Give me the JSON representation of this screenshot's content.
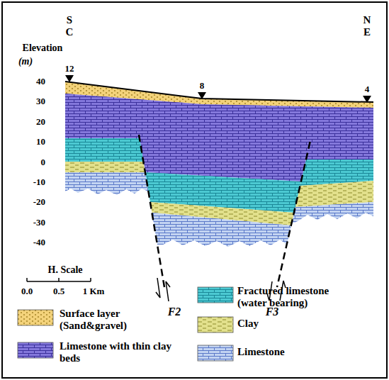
{
  "diagram": {
    "labels": [
      "S",
      "C",
      "N",
      "E",
      "Elevation",
      "(m)",
      "40",
      "30",
      "20",
      "10",
      "0",
      "-10",
      "-20",
      "-30",
      "-40",
      "12",
      "8",
      "4",
      "H. Scale",
      "0.0",
      "0.5",
      "1 Km",
      "F2",
      "F3"
    ],
    "legend": [
      {
        "text": "Surface layer (Sand&gravel)",
        "color": "#f3d27a"
      },
      {
        "text": "Limestone with thin clay beds",
        "color": "#8478dc"
      },
      {
        "text": "Fractured limestone (water bearing)",
        "color": "#4cc9d2"
      },
      {
        "text": "Clay",
        "color": "#e2e08c"
      },
      {
        "text": "Limestone",
        "color": "#c3d4f2"
      }
    ]
  }
}
